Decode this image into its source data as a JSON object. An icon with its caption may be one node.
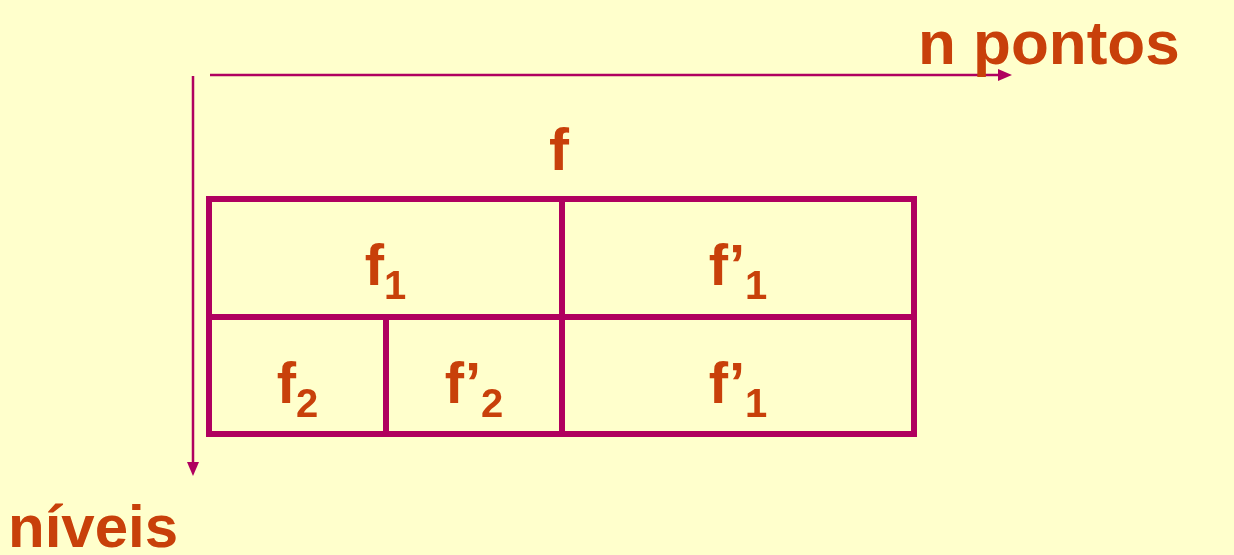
{
  "diagram": {
    "nodes": [
      {
        "text": [
          "f$_{1}$"
        ]
      },
      {
        "text": [
          "f’$_{1}$"
        ]
      },
      {
        "text": [
          "f$_{2}$"
        ]
      },
      {
        "text": [
          "f’$_{2}$"
        ]
      },
      {
        "text": [
          "f’$_{1}$"
        ]
      }
    ],
    "labels": [
      "n pontos",
      "f",
      "níveis"
    ]
  }
}
